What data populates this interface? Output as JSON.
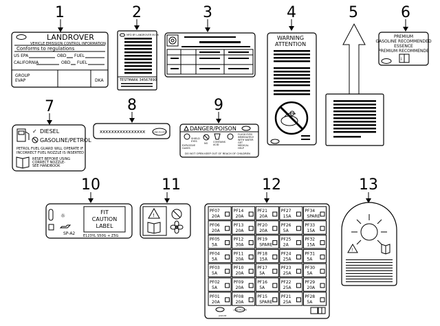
{
  "callouts": [
    "1",
    "2",
    "3",
    "4",
    "5",
    "6",
    "7",
    "8",
    "9",
    "10",
    "11",
    "12",
    "13"
  ],
  "label1": {
    "brand": "LANDROVER",
    "subtitle": "VEHICLE EMISSION CONTROL INFORMATION",
    "conform": "Conforms to regulations",
    "row1_a": "US EPA",
    "row1_b": "OBD",
    "row1_c": "FUEL",
    "row2_a": "CALIFORNIA",
    "row2_b": "OBD",
    "row2_c": "FUEL",
    "group": "GROUP",
    "evap": "EVAP",
    "dka": "DKA"
  },
  "label2": {
    "header": "MFD BY LANDROVER IN UK",
    "footer": "TESTMARK 34567890"
  },
  "label4": {
    "warning": "WARNING",
    "attention": "ATTENTION"
  },
  "label6": {
    "line1": "PREMIUM",
    "line2": "GASOLINE RECOMMENDED",
    "line3": "ESSENCE",
    "line4": "PREMIUM RECOMMENDE"
  },
  "label7": {
    "diesel": "DIESEL",
    "gasoline": "GASOLINE/PETROL",
    "warn1": "PETROL FUEL GUARD WILL OPERATE IF",
    "warn2": "INCORRECT FUEL NOZZLE IS INSERTED",
    "reset1": "RESET BEFORE USING",
    "reset2": "CORRECT NOZZLE-",
    "reset3": "SEE HANDBOOK"
  },
  "label8": {
    "code": "xxxxxxxxxxxxxxxx",
    "badge": "LAND ROVER"
  },
  "label9": {
    "title": "DANGER/POISON",
    "col1a": "SHIELD",
    "col1b": "EYES",
    "col1c": "EXPLOSIVE",
    "col1d": "GASES",
    "col2": "NO",
    "col3a": "CONTAINS",
    "col3b": "ACID",
    "col4a": "FLUSH EYES",
    "col4b": "IMMEDIATELY",
    "col4c": "WITH WATER",
    "col4d": "GET",
    "col4e": "MEDICAL",
    "col4f": "HELP",
    "footer": "DO NOT OPEN KEEP OUT OF REACH OF CHILDREN"
  },
  "label10": {
    "code": "SP-A2",
    "fit": "FIT",
    "caution": "CAUTION",
    "label": "LABEL",
    "spec": "E123YL S50G + Z5G"
  },
  "fuses": [
    {
      "id": "PF07",
      "amp": "20A"
    },
    {
      "id": "PF14",
      "amp": "20A"
    },
    {
      "id": "PF21",
      "amp": "20A"
    },
    {
      "id": "PF27",
      "amp": "15A"
    },
    {
      "id": "PF34",
      "amp": "SPARE"
    },
    {
      "id": "PF06",
      "amp": "20A"
    },
    {
      "id": "PF13",
      "amp": "20A"
    },
    {
      "id": "PF20",
      "amp": "20A"
    },
    {
      "id": "PF26",
      "amp": "5A"
    },
    {
      "id": "PF33",
      "amp": "15A"
    },
    {
      "id": "PF05",
      "amp": "5A"
    },
    {
      "id": "PF12",
      "amp": "30A"
    },
    {
      "id": "PF19",
      "amp": "SPARE"
    },
    {
      "id": "PF25",
      "amp": "2A"
    },
    {
      "id": "PF32",
      "amp": "15A"
    },
    {
      "id": "PF04",
      "amp": "5A"
    },
    {
      "id": "PF11",
      "amp": "20A"
    },
    {
      "id": "PF18",
      "amp": "15A"
    },
    {
      "id": "PF24",
      "amp": "25A"
    },
    {
      "id": "PF31",
      "amp": "5A"
    },
    {
      "id": "PF03",
      "amp": "5A"
    },
    {
      "id": "PF10",
      "amp": "20A"
    },
    {
      "id": "PF17",
      "amp": "5A"
    },
    {
      "id": "PF23",
      "amp": "25A"
    },
    {
      "id": "PF30",
      "amp": "5A"
    },
    {
      "id": "PF02",
      "amp": "5A"
    },
    {
      "id": "PF09",
      "amp": "20A"
    },
    {
      "id": "PF16",
      "amp": "5A"
    },
    {
      "id": "PF22",
      "amp": "25A"
    },
    {
      "id": "PF29",
      "amp": "20A"
    },
    {
      "id": "PF01",
      "amp": "20A"
    },
    {
      "id": "PF08",
      "amp": "20A"
    },
    {
      "id": "PF15",
      "amp": "SPARE"
    },
    {
      "id": "PF21",
      "amp": "25A"
    },
    {
      "id": "PF28",
      "amp": "5A"
    }
  ],
  "fuse_footer": {
    "logo": "LAND ROVER",
    "small": "JAGUAR"
  }
}
